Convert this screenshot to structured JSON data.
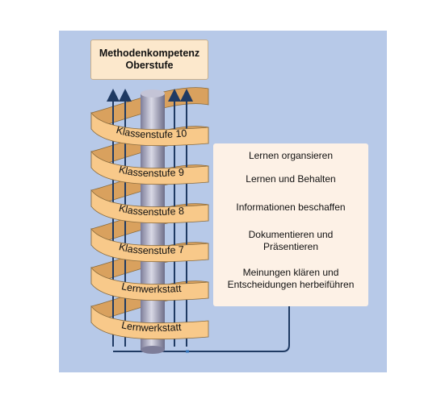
{
  "title": {
    "line1": "Methodenkompetenz",
    "line2": "Oberstufe"
  },
  "spiral_levels": [
    "Klassenstufe 10",
    "Klassenstufe 9",
    "Klassenstufe 8",
    "Klassenstufe 7",
    "Lernwerkstatt",
    "Lernwerkstatt"
  ],
  "topics": [
    {
      "lines": [
        "Lernen organsieren"
      ]
    },
    {
      "lines": [
        "Lernen und Behalten"
      ]
    },
    {
      "lines": [
        "Informationen beschaffen"
      ]
    },
    {
      "lines": [
        "Dokumentieren und",
        "Präsentieren"
      ]
    },
    {
      "lines": [
        "Meinungen klären und",
        "Entscheidungen herbeiführen"
      ]
    }
  ],
  "colors": {
    "panel": "#b7c9e8",
    "band_fill": "#f8c98a",
    "band_stroke": "#8a6b3c",
    "arrow": "#1f3a63",
    "pillar": "#9e9eb8",
    "title_box": "#fce8cc",
    "topics_box": "#fdf1e6"
  }
}
